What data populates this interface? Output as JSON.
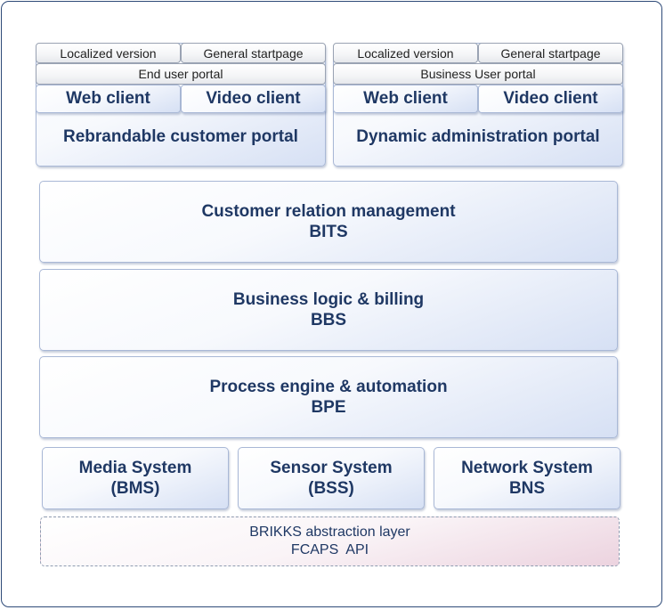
{
  "left_portal": {
    "tab1": "Localized version",
    "tab2": "General startpage",
    "portal_bar": "End user portal",
    "client1": "Web client",
    "client2": "Video client",
    "title": "Rebrandable customer portal"
  },
  "right_portal": {
    "tab1": "Localized version",
    "tab2": "General startpage",
    "portal_bar": "Business User portal",
    "client1": "Web client",
    "client2": "Video client",
    "title": "Dynamic administration portal"
  },
  "layers": [
    {
      "line1": "Customer relation management",
      "line2": "BITS"
    },
    {
      "line1": "Business logic & billing",
      "line2": "BBS"
    },
    {
      "line1": "Process engine & automation",
      "line2": "BPE"
    }
  ],
  "systems": [
    {
      "line1": "Media System",
      "line2": "(BMS)"
    },
    {
      "line1": "Sensor System",
      "line2": "(BSS)"
    },
    {
      "line1": "Network System",
      "line2": "BNS"
    }
  ],
  "abstraction": {
    "line1": "BRIKKS abstraction layer",
    "line2": "FCAPS  API"
  },
  "colors": {
    "frame": "#2e4a78",
    "text": "#1f3864",
    "box_gradient_end": "#d6e0f4",
    "abstraction_tint": "#ecd3df"
  }
}
